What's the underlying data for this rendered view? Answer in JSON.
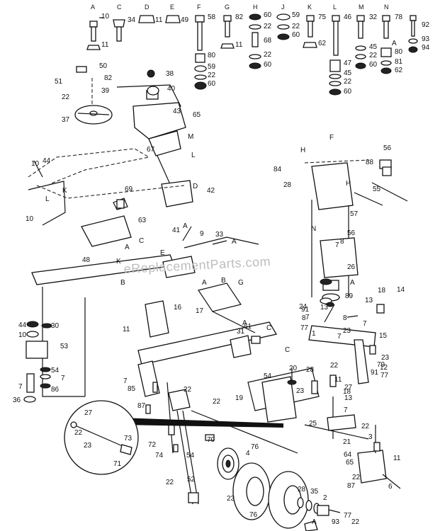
{
  "diagram": {
    "watermark": "eReplacementParts.com",
    "hardware_columns": [
      {
        "letter": "A",
        "parts": [
          "10",
          "11"
        ]
      },
      {
        "letter": "C",
        "parts": [
          "34"
        ]
      },
      {
        "letter": "D",
        "parts": [
          "11"
        ]
      },
      {
        "letter": "E",
        "parts": [
          "49"
        ]
      },
      {
        "letter": "F",
        "parts": [
          "58",
          "80",
          "59",
          "22",
          "60"
        ]
      },
      {
        "letter": "G",
        "parts": [
          "82",
          "11"
        ]
      },
      {
        "letter": "H",
        "parts": [
          "60",
          "22",
          "68",
          "22",
          "60"
        ]
      },
      {
        "letter": "J",
        "parts": [
          "59",
          "22",
          "60"
        ]
      },
      {
        "letter": "K",
        "parts": [
          "75",
          "62"
        ]
      },
      {
        "letter": "L",
        "parts": [
          "46",
          "47",
          "45",
          "22",
          "60"
        ]
      },
      {
        "letter": "M",
        "parts": [
          "32",
          "45",
          "22",
          "60"
        ]
      },
      {
        "letter": "N",
        "parts": [
          "78",
          "80",
          "81",
          "62"
        ]
      },
      {
        "letter": "",
        "parts": [
          "92",
          "93",
          "94"
        ]
      }
    ],
    "part_labels": [
      "50",
      "51",
      "82",
      "39",
      "22",
      "38",
      "40",
      "37",
      "43",
      "65",
      "M",
      "67",
      "L",
      "10",
      "44",
      "K",
      "L",
      "10",
      "69",
      "42",
      "D",
      "63",
      "F",
      "H",
      "56",
      "84",
      "28",
      "88",
      "H",
      "55",
      "57",
      "N",
      "56",
      "8",
      "26",
      "A",
      "9",
      "41",
      "33",
      "A",
      "C",
      "A",
      "E",
      "K",
      "48",
      "B",
      "B",
      "A",
      "A",
      "89",
      "24",
      "91",
      "8",
      "77",
      "7",
      "13",
      "18",
      "14",
      "16",
      "17",
      "31",
      "61",
      "C",
      "11",
      "44",
      "10",
      "30",
      "53",
      "54",
      "7",
      "86",
      "7",
      "36",
      "7",
      "85",
      "54",
      "23",
      "22",
      "19",
      "87",
      "20",
      "28",
      "22",
      "11",
      "23",
      "15",
      "23",
      "12",
      "77",
      "18",
      "13",
      "7",
      "22",
      "25",
      "22",
      "21",
      "27",
      "27",
      "22",
      "23",
      "73",
      "71",
      "72",
      "74",
      "70",
      "54",
      "52",
      "4",
      "76",
      "3",
      "64",
      "65",
      "11",
      "22",
      "87",
      "6",
      "22",
      "23",
      "28",
      "35",
      "2",
      "76",
      "77",
      "8",
      "1",
      "79",
      "91",
      "7",
      "13",
      "7",
      "7",
      "G",
      "A",
      "A",
      "C",
      "A",
      "93",
      "22"
    ]
  }
}
